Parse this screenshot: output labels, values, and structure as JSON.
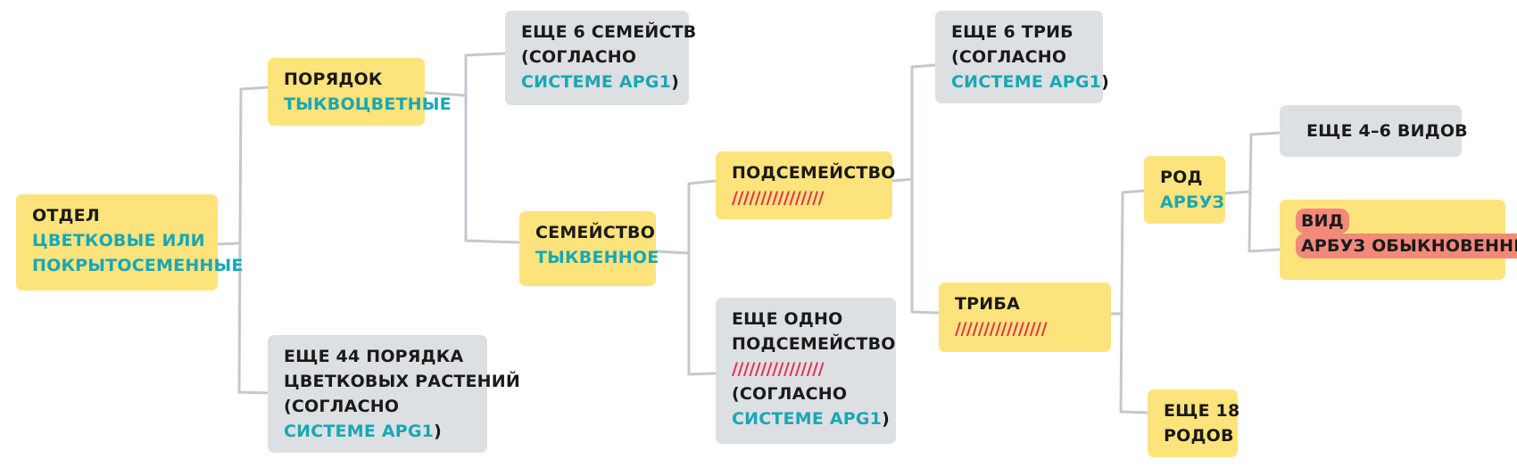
{
  "colors": {
    "rank_box": "#fde37b",
    "other_box": "#dde0e3",
    "taxon_name": "#19a7b6",
    "placeholder_hatch": "#e6304e",
    "highlight": "#f2897a",
    "connector": "#c3c8cc"
  },
  "division": {
    "rank": "ОТДЕЛ",
    "name_line1": "ЦВЕТКОВЫЕ ИЛИ",
    "name_line2": "ПОКРЫТОСЕМЕННЫЕ"
  },
  "order": {
    "rank": "ПОРЯДОК",
    "name": "ТЫКВОЦВЕТНЫЕ"
  },
  "other_orders": {
    "line1": "ЕЩЕ 44 ПОРЯДКА",
    "line2": "ЦВЕТКОВЫХ РАСТЕНИЙ",
    "line3": "(СОГЛАСНО",
    "source": "СИСТЕМЕ APG1",
    "close": ")"
  },
  "other_families": {
    "line1": "ЕЩЕ 6 СЕМЕЙСТВ",
    "line2": "(СОГЛАСНО",
    "source": "СИСТЕМЕ APG1",
    "close": ")"
  },
  "family": {
    "rank": "СЕМЕЙСТВО",
    "name": "ТЫКВЕННОЕ"
  },
  "subfamily": {
    "rank": "ПОДСЕМЕЙСТВО",
    "hatch": "////////////////"
  },
  "other_subfamily": {
    "line1": "ЕЩЕ ОДНО",
    "line2": "ПОДСЕМЕЙСТВО",
    "hatch": "////////////////",
    "line3": "(СОГЛАСНО",
    "source": "СИСТЕМЕ APG1",
    "close": ")"
  },
  "other_tribes": {
    "line1": "ЕЩЕ 6 ТРИБ",
    "line2": "(СОГЛАСНО",
    "source": "СИСТЕМЕ APG1",
    "close": ")"
  },
  "tribe": {
    "rank": "ТРИБА",
    "hatch": "////////////////"
  },
  "genus": {
    "rank": "РОД",
    "name": "АРБУЗ"
  },
  "other_genera": {
    "line1": "ЕЩЕ 18",
    "line2": "РОДОВ"
  },
  "other_species": {
    "line1": "ЕЩЕ 4–6 ВИДОВ"
  },
  "species": {
    "rank": "ВИД",
    "name": "АРБУЗ ОБЫКНОВЕННЫЙ"
  }
}
